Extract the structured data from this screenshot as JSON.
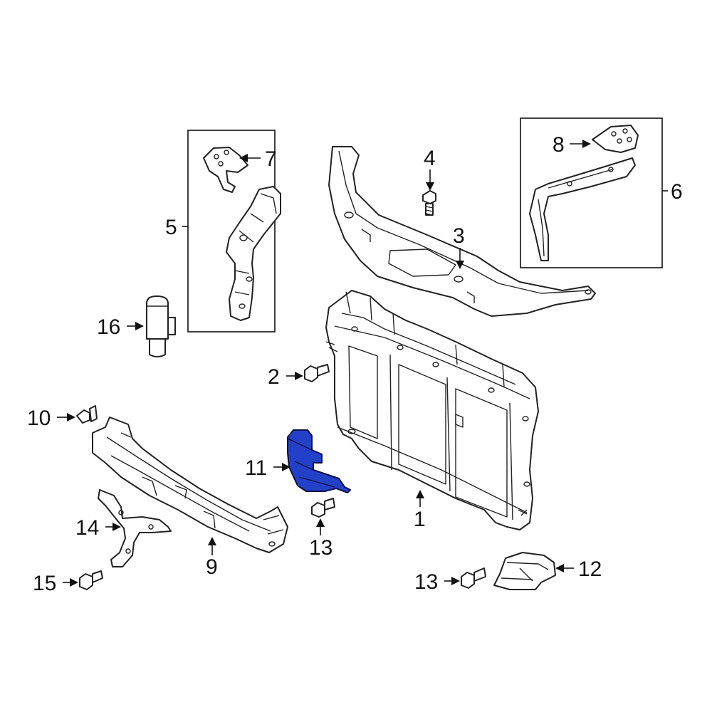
{
  "callouts": [
    {
      "id": "1",
      "label": "1"
    },
    {
      "id": "2",
      "label": "2"
    },
    {
      "id": "3",
      "label": "3"
    },
    {
      "id": "4",
      "label": "4"
    },
    {
      "id": "5",
      "label": "5"
    },
    {
      "id": "6",
      "label": "6"
    },
    {
      "id": "7",
      "label": "7"
    },
    {
      "id": "8",
      "label": "8"
    },
    {
      "id": "9",
      "label": "9"
    },
    {
      "id": "10",
      "label": "10"
    },
    {
      "id": "11",
      "label": "11"
    },
    {
      "id": "12",
      "label": "12"
    },
    {
      "id": "13a",
      "label": "13"
    },
    {
      "id": "13b",
      "label": "13"
    },
    {
      "id": "14",
      "label": "14"
    },
    {
      "id": "15",
      "label": "15"
    },
    {
      "id": "16",
      "label": "16"
    }
  ],
  "highlighted_part": "11",
  "colors": {
    "highlight": "#2341c8",
    "line": "#222222",
    "background": "#ffffff"
  }
}
